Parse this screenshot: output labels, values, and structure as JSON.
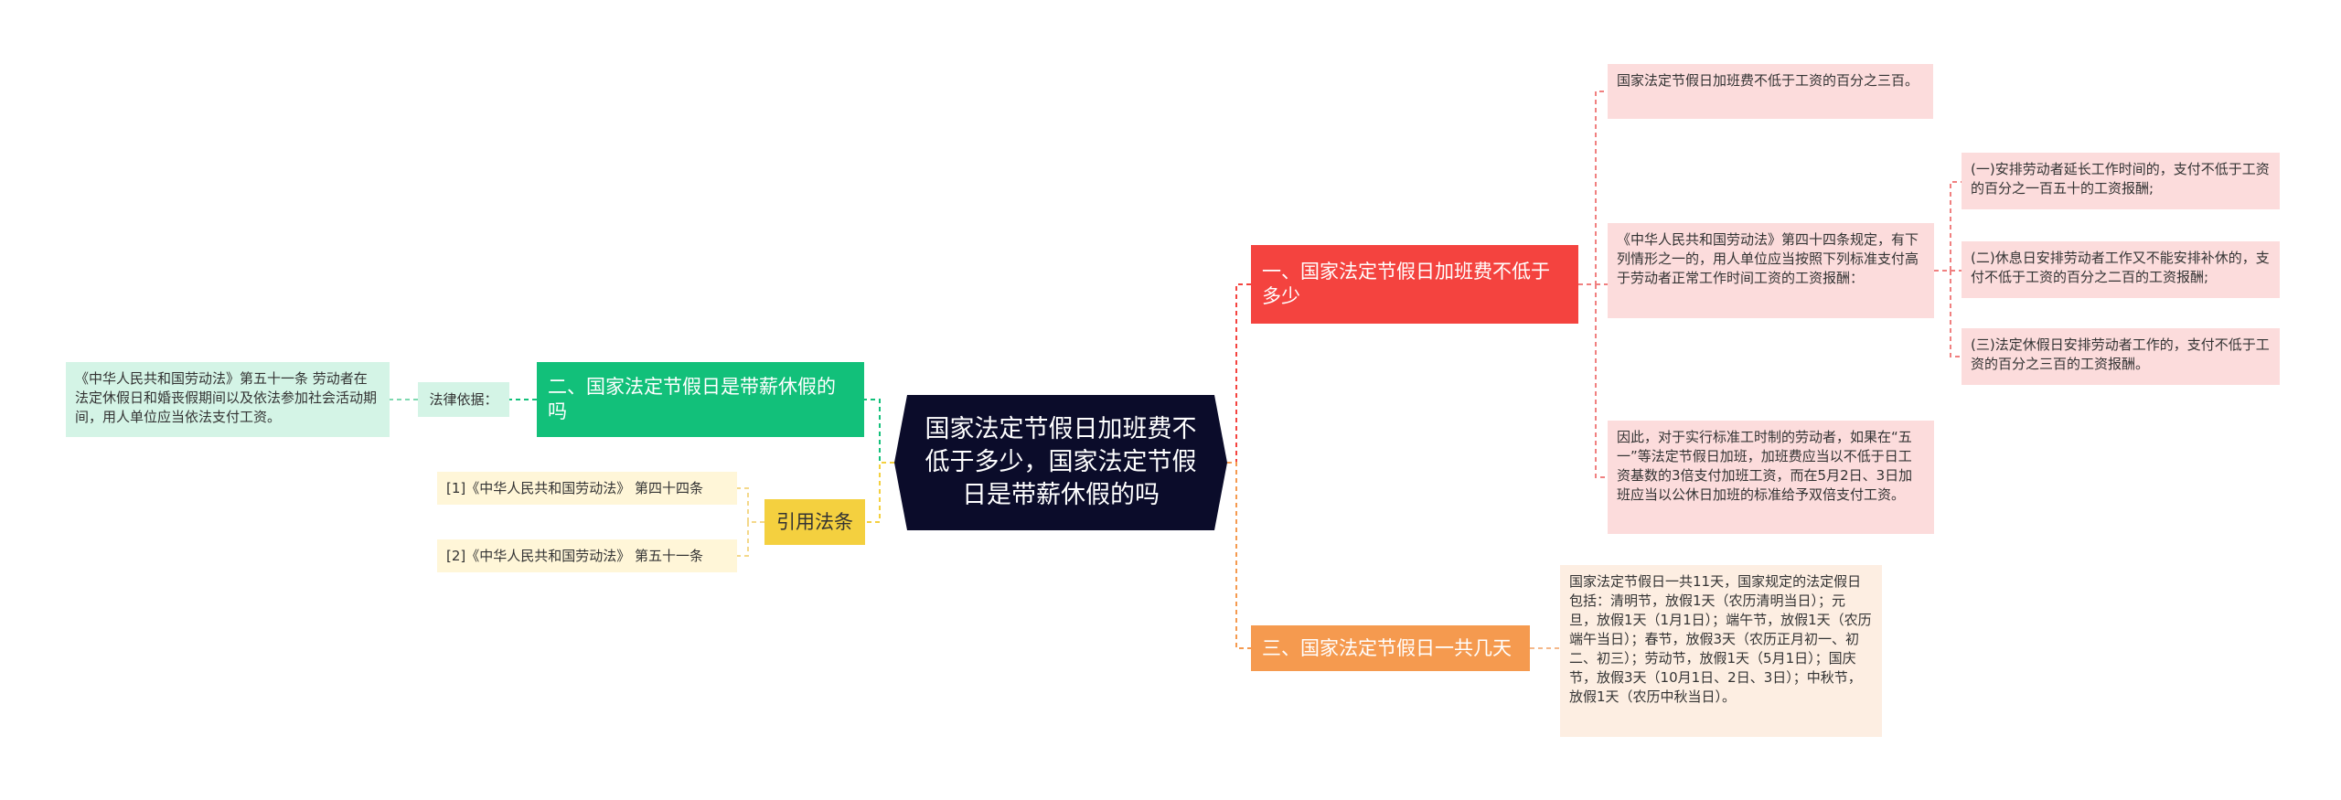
{
  "root": {
    "title": "国家法定节假日加班费不低于多少，国家法定节假日是带薪休假的吗"
  },
  "topics": [
    {
      "label": "一、国家法定节假日加班费不低于多少",
      "color": "#f4433f",
      "children": [
        "国家法定节假日加班费不低于工资的百分之三百。",
        "《中华人民共和国劳动法》第四十四条规定，有下列情形之一的，用人单位应当按照下列标准支付高于劳动者正常工作时间工资的工资报酬：",
        "因此，对于实行标准工时制的劳动者，如果在“五一”等法定节假日加班，加班费应当以不低于日工资基数的3倍支付加班工资，而在5月2日、3日加班应当以公休日加班的标准给予双倍支付工资。"
      ],
      "sub_children": [
        "(一)安排劳动者延长工作时间的，支付不低于工资的百分之一百五十的工资报酬;",
        "(二)休息日安排劳动者工作又不能安排补休的，支付不低于工资的百分之二百的工资报酬;",
        "(三)法定休假日安排劳动者工作的，支付不低于工资的百分之三百的工资报酬。"
      ]
    },
    {
      "label": "二、国家法定节假日是带薪休假的吗",
      "color": "#12c07a",
      "legal_basis_label": "法律依据：",
      "legal_text": "《中华人民共和国劳动法》第五十一条 劳动者在法定休假日和婚丧假期间以及依法参加社会活动期间，用人单位应当依法支付工资。"
    },
    {
      "label": "三、国家法定节假日一共几天",
      "color": "#f59a4f",
      "detail": "国家法定节假日一共11天，国家规定的法定假日包括：清明节，放假1天（农历清明当日）；元旦，放假1天（1月1日）；端午节，放假1天（农历端午当日）；春节，放假3天（农历正月初一、初二、初三）；劳动节，放假1天（5月1日）；国庆节，放假3天（10月1日、2日、3日）；中秋节，放假1天（农历中秋当日）。"
    },
    {
      "label": "引用法条",
      "color": "#f4d03f",
      "refs": [
        "[1]《中华人民共和国劳动法》 第四十四条",
        "[2]《中华人民共和国劳动法》 第五十一条"
      ]
    }
  ]
}
